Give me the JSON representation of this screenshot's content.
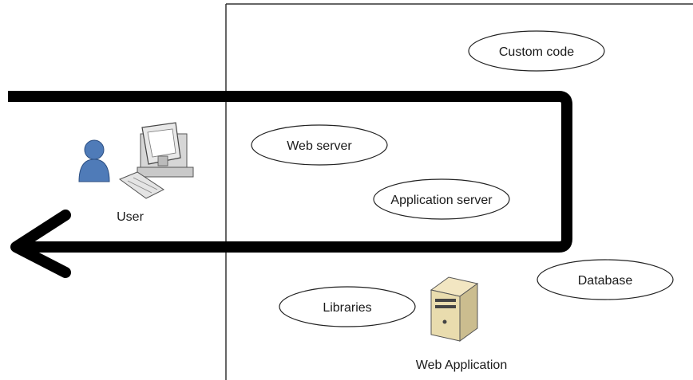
{
  "diagram": {
    "user": {
      "label": "User"
    },
    "web_application": {
      "label": "Web Application"
    },
    "components": {
      "custom_code": "Custom code",
      "web_server": "Web server",
      "application_server": "Application server",
      "libraries": "Libraries",
      "database": "Database"
    },
    "flow": {
      "description_icons": [
        "user-icon",
        "computer-icon",
        "server-icon",
        "arrow-left-icon"
      ]
    }
  }
}
